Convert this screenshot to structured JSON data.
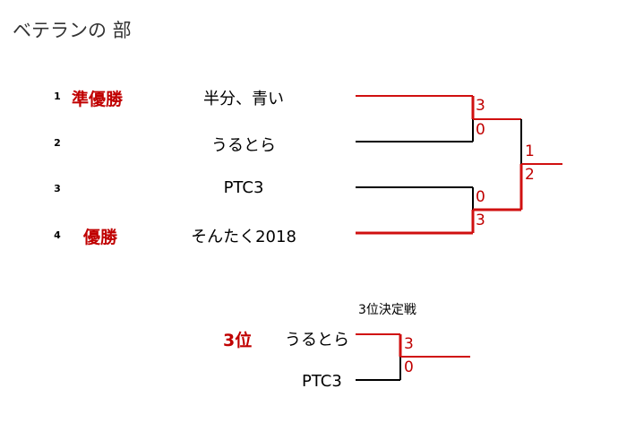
{
  "page": {
    "title": "ベテランの 部"
  },
  "bracket": {
    "entries": [
      {
        "seed": "1",
        "award": "準優勝",
        "team": "半分、青い"
      },
      {
        "seed": "2",
        "award": "",
        "team": "うるとら"
      },
      {
        "seed": "3",
        "award": "",
        "team": "PTC3"
      },
      {
        "seed": "4",
        "award": "優勝",
        "team": "そんたく2018"
      }
    ],
    "semifinal_1": {
      "top_score": "3",
      "bottom_score": "0"
    },
    "semifinal_2": {
      "top_score": "0",
      "bottom_score": "3"
    },
    "final": {
      "top_score": "1",
      "bottom_score": "2"
    }
  },
  "third_place": {
    "title": "3位決定戦",
    "award": "3位",
    "top_team": "うるとら",
    "bottom_team": "PTC3",
    "top_score": "3",
    "bottom_score": "0"
  },
  "colors": {
    "winner_line": "#d01010",
    "loser_line": "#000000",
    "award_text": "#c00000"
  }
}
